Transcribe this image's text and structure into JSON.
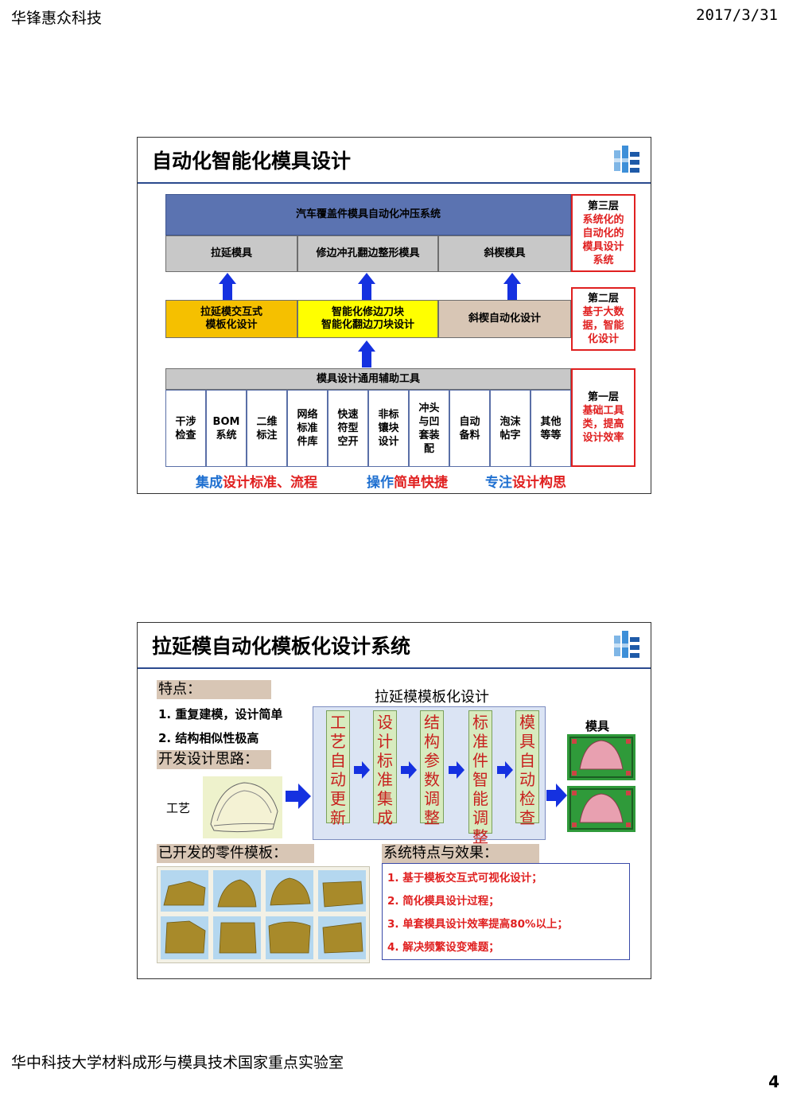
{
  "header": {
    "left": "华锋惠众科技",
    "right": "2017/3/31"
  },
  "footer": {
    "left": "华中科技大学材料成形与模具技术国家重点实验室",
    "page": "4"
  },
  "slide1": {
    "title": "自动化智能化模具设计",
    "top_system": "汽车覆盖件模具自动化冲压系统",
    "modules": [
      "拉延模具",
      "修边冲孔翻边整形模具",
      "斜楔模具"
    ],
    "mid": [
      "拉延模交互式\n模板化设计",
      "智能化修边刀块\n智能化翻边刀块设计",
      "斜楔自动化设计"
    ],
    "tools_title": "模具设计通用辅助工具",
    "tools": [
      "干涉\n检查",
      "BOM\n系统",
      "二维\n标注",
      "网络\n标准\n件库",
      "快速\n符型\n空开",
      "非标\n镶块\n设计",
      "冲头\n与凹\n套装\n配",
      "自动\n备料",
      "泡沫\n帖字",
      "其他\n等等"
    ],
    "layers": [
      {
        "name": "第三层",
        "desc": "系统化的\n自动化的\n模具设计\n系统"
      },
      {
        "name": "第二层",
        "desc": "基于大数\n据，智能\n化设计"
      },
      {
        "name": "第一层",
        "desc": "基础工具\n类，提高\n设计效率"
      }
    ],
    "slogans": [
      {
        "blue": "集成",
        "red": "设计标准、流程"
      },
      {
        "blue": "操作",
        "red": "简单快捷"
      },
      {
        "blue": "专注",
        "red": "设计构思"
      }
    ],
    "colors": {
      "mid_orange": "#f5c000",
      "mid_yellow": "#ffff00",
      "mid_tan": "#d8c6b5",
      "top_blue": "#5b73b1"
    }
  },
  "slide2": {
    "title": "拉延模自动化模板化设计系统",
    "features_label": "特点：",
    "features": [
      "1. 重复建模，设计简单",
      "2. 结构相似性极高"
    ],
    "idea_label": "开发设计思路：",
    "process_label": "工艺",
    "flow_title": "拉延模模板化设计",
    "flow_steps": [
      "工艺自动更新",
      "设计标准集成",
      "结构参数调整",
      "标准件智能调整",
      "模具自动检查"
    ],
    "die_label": "模具",
    "templates_label": "已开发的零件模板：",
    "effects_label": "系统特点与效果：",
    "effects": [
      "1.  基于模板交互式可视化设计；",
      "2.  简化模具设计过程；",
      "3.  单套模具设计效率提高80%以上；",
      "4.  解决频繁设变难题；"
    ]
  }
}
